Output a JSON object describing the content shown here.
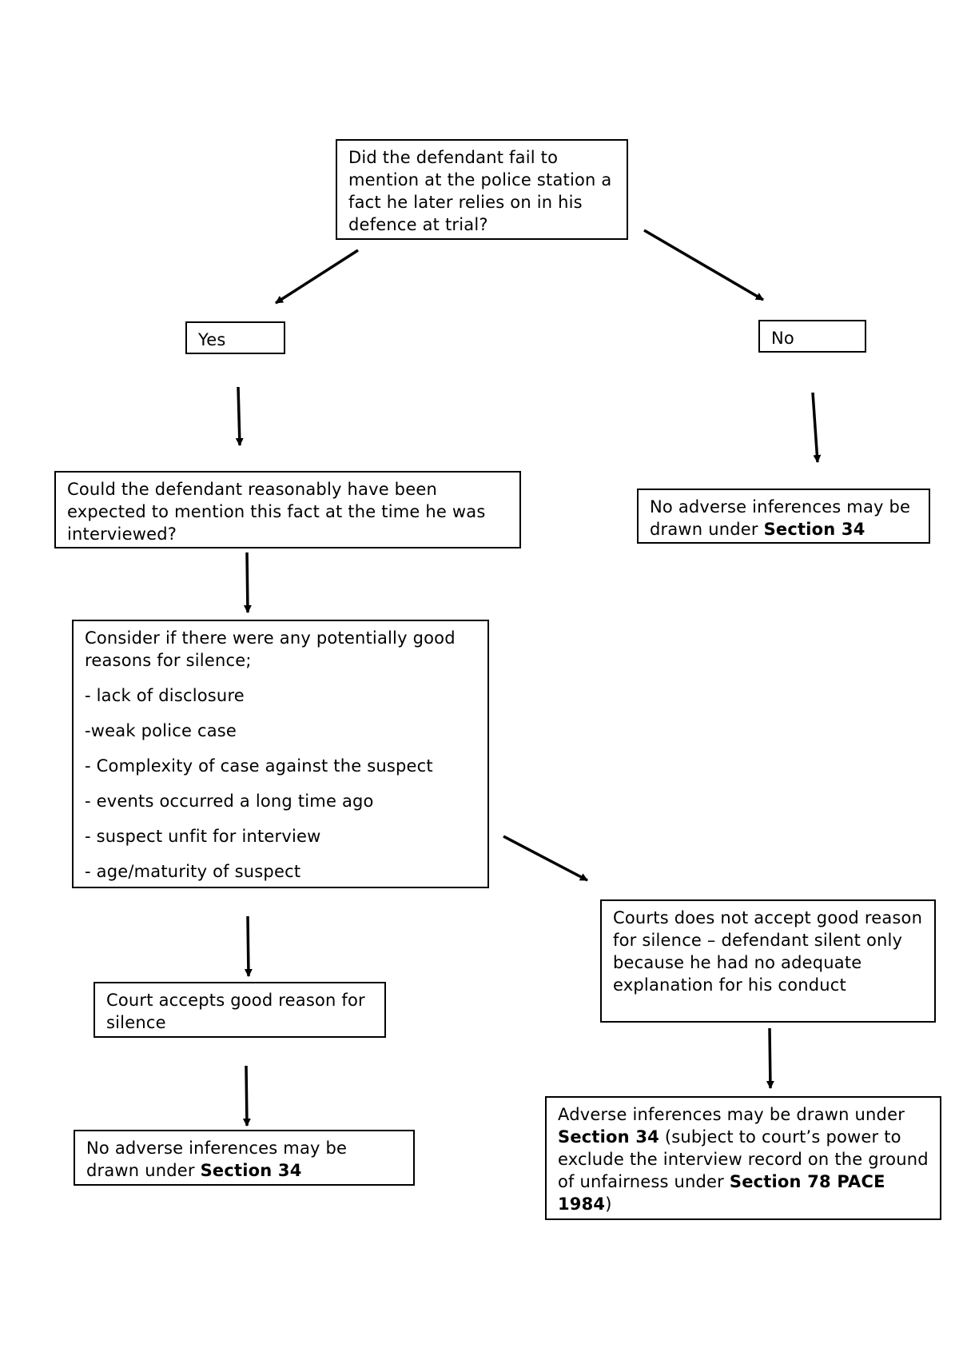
{
  "question": "Did the defendant fail to mention at the police station a fact he later relies on in his defence at trial?",
  "yes": "Yes",
  "no": "No",
  "no_result": {
    "prefix": "No adverse inferences may be drawn under ",
    "bold": "Section 34"
  },
  "reasonable": "Could the defendant reasonably have been expected to mention this fact at the time he was interviewed?",
  "consider": {
    "intro": "Consider if there were any potentially good reasons for silence;",
    "items": [
      "- lack of disclosure",
      "-weak police case",
      "- Complexity of case against the suspect",
      "- events occurred a long time ago",
      "- suspect unfit for interview",
      "- age/maturity of suspect"
    ]
  },
  "accepts": "Court accepts good reason for silence",
  "accepts_result": {
    "prefix": "No adverse inferences may be drawn under ",
    "bold": "Section 34"
  },
  "not_accept": "Courts does not accept good reason for silence – defendant silent only because he had no adequate explanation for his conduct",
  "adverse": {
    "t1": "Adverse inferences may be drawn under ",
    "b1": "Section 34",
    "t2": " (subject to court’s power to exclude the interview record on the ground of unfairness under ",
    "b2": "Section 78 PACE 1984",
    "t3": ")"
  }
}
